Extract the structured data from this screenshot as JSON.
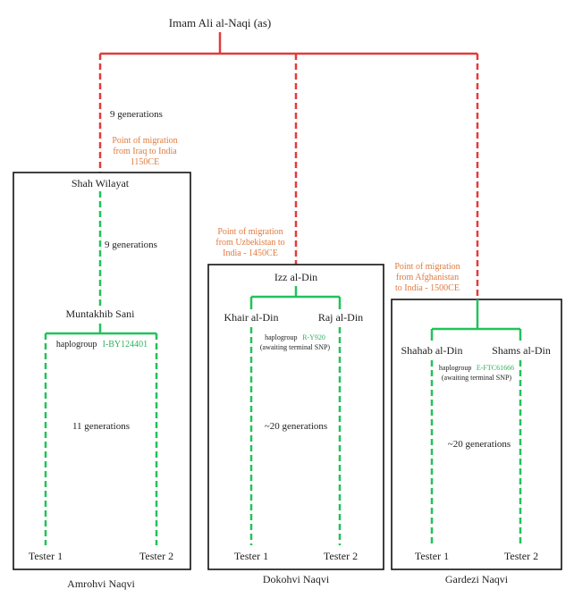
{
  "root": {
    "name": "Imam Ali al-Naqi (as)"
  },
  "branch_left": {
    "generations_to_root": "9 generations",
    "migration_line1": "Point of migration",
    "migration_line2": "from Iraq to India",
    "migration_line3": "1150CE",
    "top_person": "Shah Wilayat",
    "middle_generations": "9 generations",
    "middle_person": "Muntakhib Sani",
    "haplogroup_label": "haplogroup",
    "haplogroup_value": "I-BY124401",
    "lower_generations": "11 generations",
    "tester1": "Tester 1",
    "tester2": "Tester 2",
    "family": "Amrohvi Naqvi"
  },
  "branch_middle": {
    "migration_line1": "Point of migration",
    "migration_line2": "from Uzbekistan to",
    "migration_line3": "India - 1450CE",
    "top_person": "Izz al-Din",
    "left_person": "Khair al-Din",
    "right_person": "Raj al-Din",
    "haplogroup_label": "haplogroup",
    "haplogroup_value": "R-Y920",
    "haplogroup_note": "(awaiting terminal SNP)",
    "generations": "~20 generations",
    "tester1": "Tester 1",
    "tester2": "Tester 2",
    "family": "Dokohvi Naqvi"
  },
  "branch_right": {
    "migration_line1": "Point of migration",
    "migration_line2": "from Afghanistan",
    "migration_line3": "to India - 1500CE",
    "left_person": "Shahab al-Din",
    "right_person": "Shams al-Din",
    "haplogroup_label": "haplogroup",
    "haplogroup_value": "E-FTC61666",
    "haplogroup_note": "(awaiting terminal SNP)",
    "generations": "~20 generations",
    "tester1": "Tester 1",
    "tester2": "Tester 2",
    "family": "Gardezi Naqvi"
  },
  "colors": {
    "red_line": "#e23b3b",
    "green_line": "#22c25a",
    "migration_text": "#e07a3f",
    "haplogroup_text": "#2db35a"
  }
}
